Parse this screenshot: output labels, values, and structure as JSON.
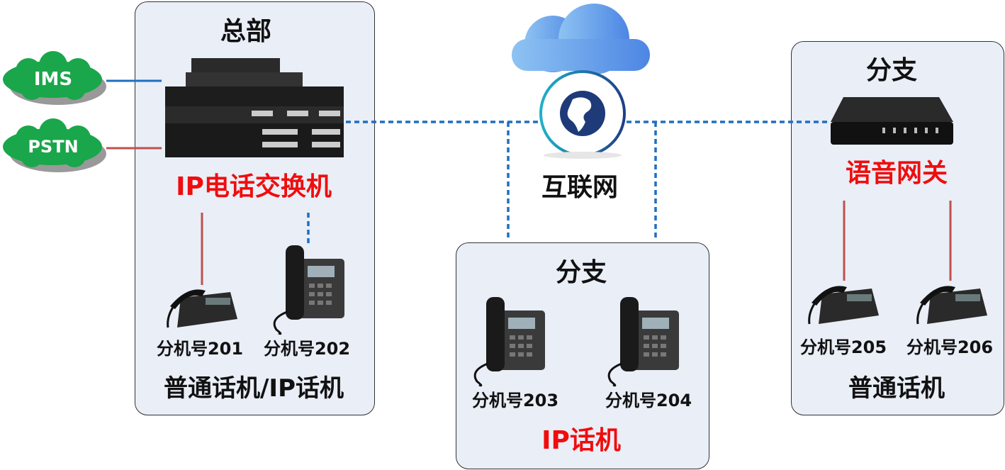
{
  "headquarters": {
    "title": "总部",
    "pbx_label": "IP电话交换机",
    "ext1": "分机号201",
    "ext2": "分机号202",
    "caption": "普通话机/IP话机"
  },
  "external_networks": [
    {
      "label": "IMS",
      "link_color": "#1f6fbf"
    },
    {
      "label": "PSTN",
      "link_color": "#c0504d"
    }
  ],
  "internet": {
    "label": "互联网"
  },
  "branch_ip": {
    "title": "分支",
    "ext1": "分机号203",
    "ext2": "分机号204",
    "caption": "IP话机"
  },
  "branch_gateway": {
    "title": "分支",
    "gateway_label": "语音网关",
    "ext1": "分机号205",
    "ext2": "分机号206",
    "caption": "普通话机"
  },
  "colors": {
    "box_fill": "#e9eef7",
    "ip_link": "#1f6fbf",
    "analog_link": "#c0504d",
    "highlight_text": "#f00d0d",
    "cloud_green": "#1aa64a"
  }
}
